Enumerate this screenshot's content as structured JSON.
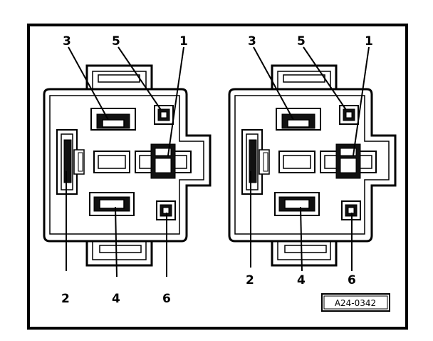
{
  "diagram": {
    "reference": "A24-0342",
    "left": {
      "labels": {
        "t1": "1",
        "t2": "2",
        "t3": "3",
        "t4": "4",
        "t5": "5",
        "t6": "6"
      }
    },
    "right": {
      "labels": {
        "t1": "1",
        "t2": "2",
        "t3": "3",
        "t4": "4",
        "t5": "5",
        "t6": "6"
      }
    }
  }
}
